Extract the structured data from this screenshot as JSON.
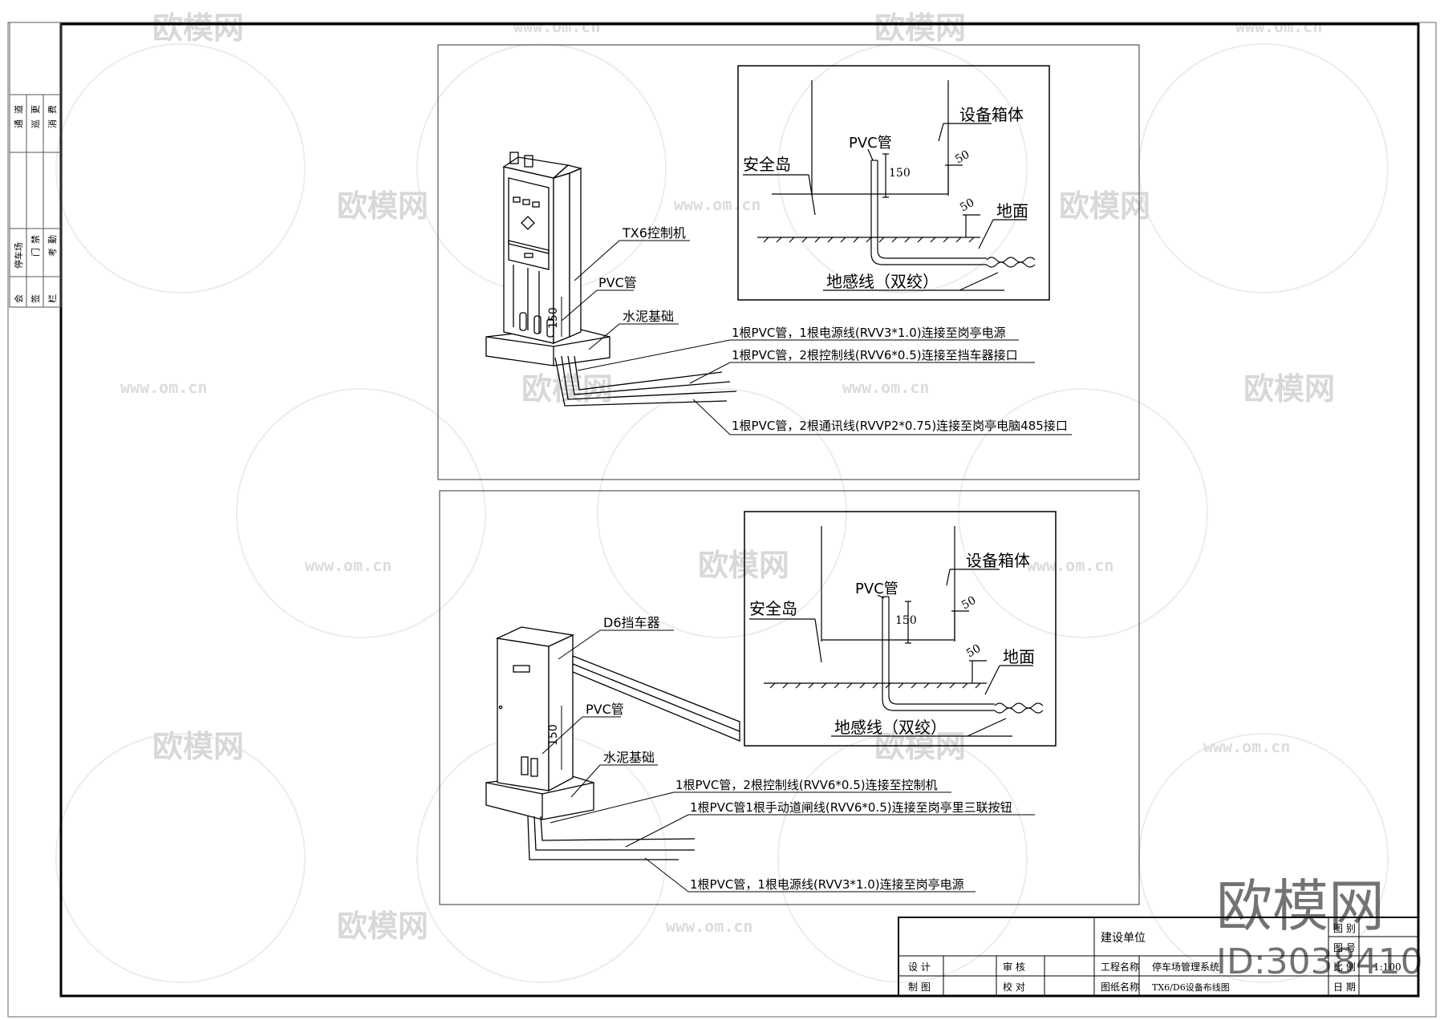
{
  "side_column": {
    "row1": [
      "通",
      "道",
      "巡",
      "更",
      "消",
      "费"
    ],
    "row2": [
      "停车场",
      "门",
      "禁",
      "考",
      "勤"
    ],
    "row3": [
      "会",
      "签",
      "栏"
    ]
  },
  "top_diagram": {
    "device_label": "TX6控制机",
    "pvc_label": "PVC管",
    "dim_150": "150",
    "foundation_label": "水泥基础",
    "callout_1": "1根PVC管，1根电源线(RVV3*1.0)连接至岗亭电源",
    "callout_2": "1根PVC管，2根控制线(RVV6*0.5)连接至挡车器接口",
    "callout_3": "1根PVC管，2根通讯线(RVVP2*0.75)连接至岗亭电脑485接口",
    "detail": {
      "pvc_label": "PVC管",
      "box_label": "设备箱体",
      "island_label": "安全岛",
      "ground_label": "地面",
      "loop_label": "地感线（双绞）",
      "dim_150": "150",
      "dim_50a": "50",
      "dim_50b": "50"
    }
  },
  "bottom_diagram": {
    "device_label": "D6挡车器",
    "pvc_label": "PVC管",
    "dim_150": "150",
    "foundation_label": "水泥基础",
    "callout_1": "1根PVC管，2根控制线(RVV6*0.5)连接至控制机",
    "callout_2": "1根PVC管1根手动道闸线(RVV6*0.5)连接至岗亭里三联按钮",
    "callout_3": "1根PVC管，1根电源线(RVV3*1.0)连接至岗亭电源",
    "detail": {
      "pvc_label": "PVC管",
      "box_label": "设备箱体",
      "island_label": "安全岛",
      "ground_label": "地面",
      "loop_label": "地感线（双绞）",
      "dim_150": "150",
      "dim_50a": "50",
      "dim_50b": "50"
    }
  },
  "title_block": {
    "unit": "建设单位",
    "design": "设 计",
    "review": "审 核",
    "drawn": "制 图",
    "check": "校 对",
    "project_label": "工程名称",
    "project_value": "停车场管理系统",
    "drawing_label": "图纸名称",
    "drawing_value": "TX6/D6设备布线图",
    "category": "图 别",
    "number": "图 号",
    "scale": "比 例",
    "scale_value": "1:100",
    "date": "日 期"
  },
  "watermark": {
    "brand": "欧模网",
    "url": "www.om.cn",
    "id": "ID:3038410"
  }
}
